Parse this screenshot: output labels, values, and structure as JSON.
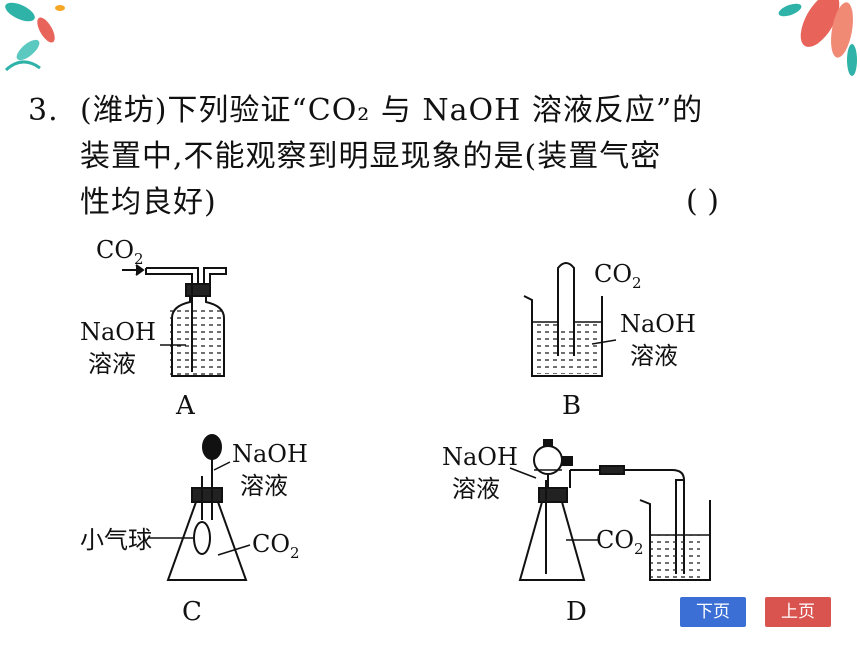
{
  "question": {
    "number": "3.",
    "line1": "(潍坊)下列验证“CO₂ 与 NaOH 溶液反应”的",
    "line2": "装置中,不能观察到明显现象的是(装置气密",
    "line3": "性均良好)",
    "answer_paren": "(    )"
  },
  "figure": {
    "a": {
      "gas": "CO",
      "gas_sub": "2",
      "sol1": "NaOH",
      "sol2": "溶液",
      "letter": "A"
    },
    "b": {
      "gas": "CO",
      "gas_sub": "2",
      "sol1": "NaOH",
      "sol2": "溶液",
      "letter": "B"
    },
    "c": {
      "sol1": "NaOH",
      "sol2": "溶液",
      "balloon": "小气球",
      "gas": "CO",
      "gas_sub": "2",
      "letter": "C"
    },
    "d": {
      "sol1": "NaOH",
      "sol2": "溶液",
      "gas": "CO",
      "gas_sub": "2",
      "letter": "D"
    }
  },
  "nav": {
    "next": "下页",
    "prev": "上页"
  },
  "colors": {
    "next": "#3c6fd6",
    "prev": "#d9534f",
    "leaf_teal": "#2fb3a8",
    "petal_red": "#e8645a"
  }
}
